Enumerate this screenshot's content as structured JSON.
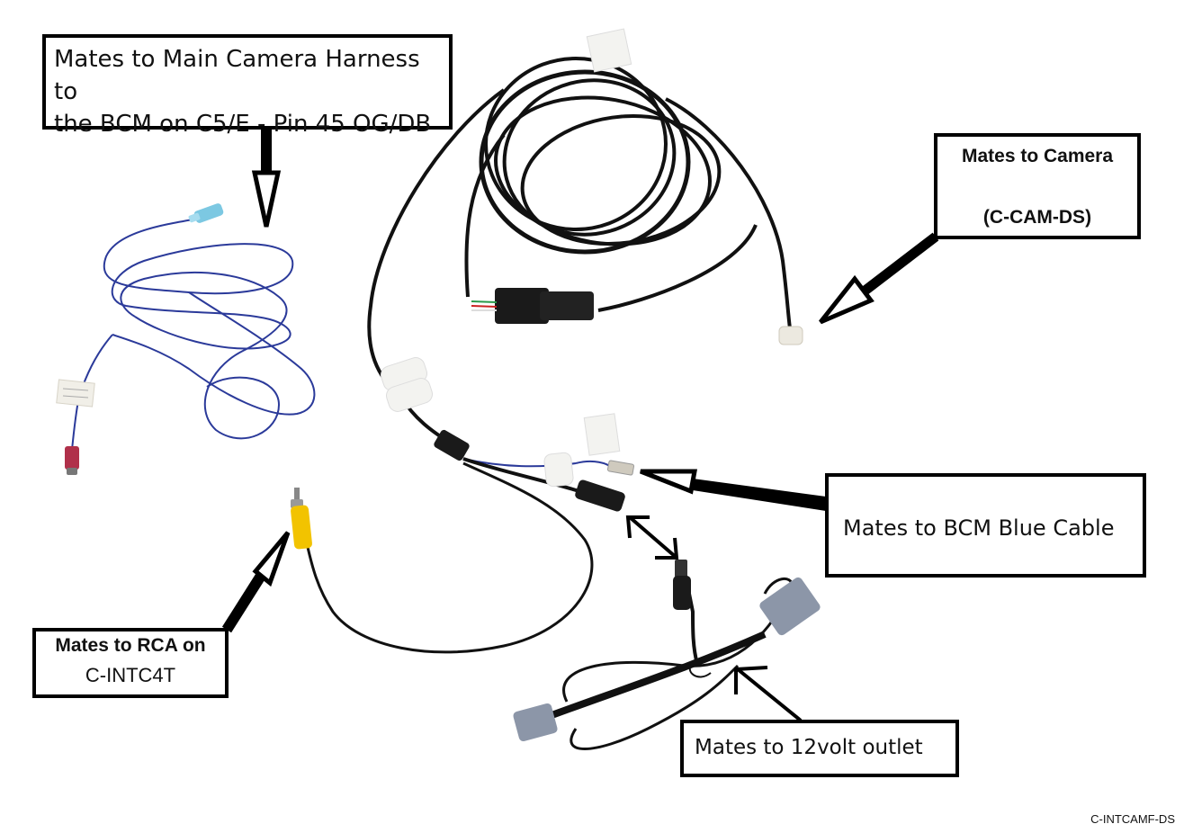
{
  "document": {
    "part_number": "C-INTCAMF-DS",
    "background_color": "#ffffff"
  },
  "callouts": {
    "main_harness": {
      "line1": "Mates to Main Camera Harness to",
      "line2": "the BCM on C5/E - Pin 45 OG/DB"
    },
    "camera": {
      "line1": "Mates to Camera",
      "line2": "(C-CAM-DS)"
    },
    "bcm_blue": {
      "text": "Mates to BCM Blue Cable"
    },
    "rca": {
      "line1": "Mates to RCA on",
      "line2": "C-INTC4T"
    },
    "outlet": {
      "text": "Mates to 12volt outlet"
    }
  },
  "components": [
    {
      "name": "blue-wire-harness",
      "wire_color": "#2b3a9a",
      "connector_colors": [
        "#6fc3df",
        "#b0304a"
      ]
    },
    {
      "name": "main-camera-cable",
      "wire_color": "#111111"
    },
    {
      "name": "rca-video-plug",
      "plug_color": "#f2c300"
    },
    {
      "name": "12v-outlet-adapter",
      "connector_color": "#8c96a8"
    }
  ],
  "arrows": [
    {
      "name": "arrow-to-blue-harness",
      "style": "hollow-head"
    },
    {
      "name": "arrow-to-camera-connector",
      "style": "hollow-head"
    },
    {
      "name": "arrow-to-bcm-blue-terminal",
      "style": "hollow-head"
    },
    {
      "name": "arrow-to-rca-plug",
      "style": "hollow-head"
    },
    {
      "name": "arrow-to-12v-adapter",
      "style": "line-head"
    },
    {
      "name": "double-arrow-dc-jack",
      "style": "double-line-head"
    }
  ]
}
